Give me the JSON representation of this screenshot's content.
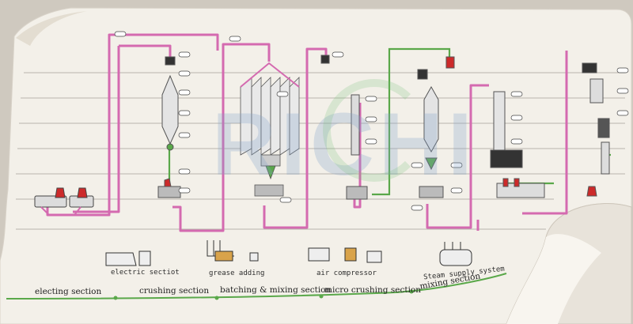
{
  "watermark": "RICHI",
  "equipment_labels": [
    {
      "key": "electric",
      "text": "electric sectiot"
    },
    {
      "key": "grease",
      "text": "grease adding"
    },
    {
      "key": "air",
      "text": "air compressor"
    },
    {
      "key": "steam",
      "text": "Steam supply system"
    }
  ],
  "sections": [
    "electing section",
    "crushing section",
    "batching & mixing section",
    "micro crushing section",
    "mixing section"
  ],
  "colors": {
    "pink_pipe": "#d46ab0",
    "green_pipe": "#5aa84a",
    "grid": "#b9b5ad",
    "paper": "#f3f0e9",
    "red": "#cc2a2a"
  }
}
